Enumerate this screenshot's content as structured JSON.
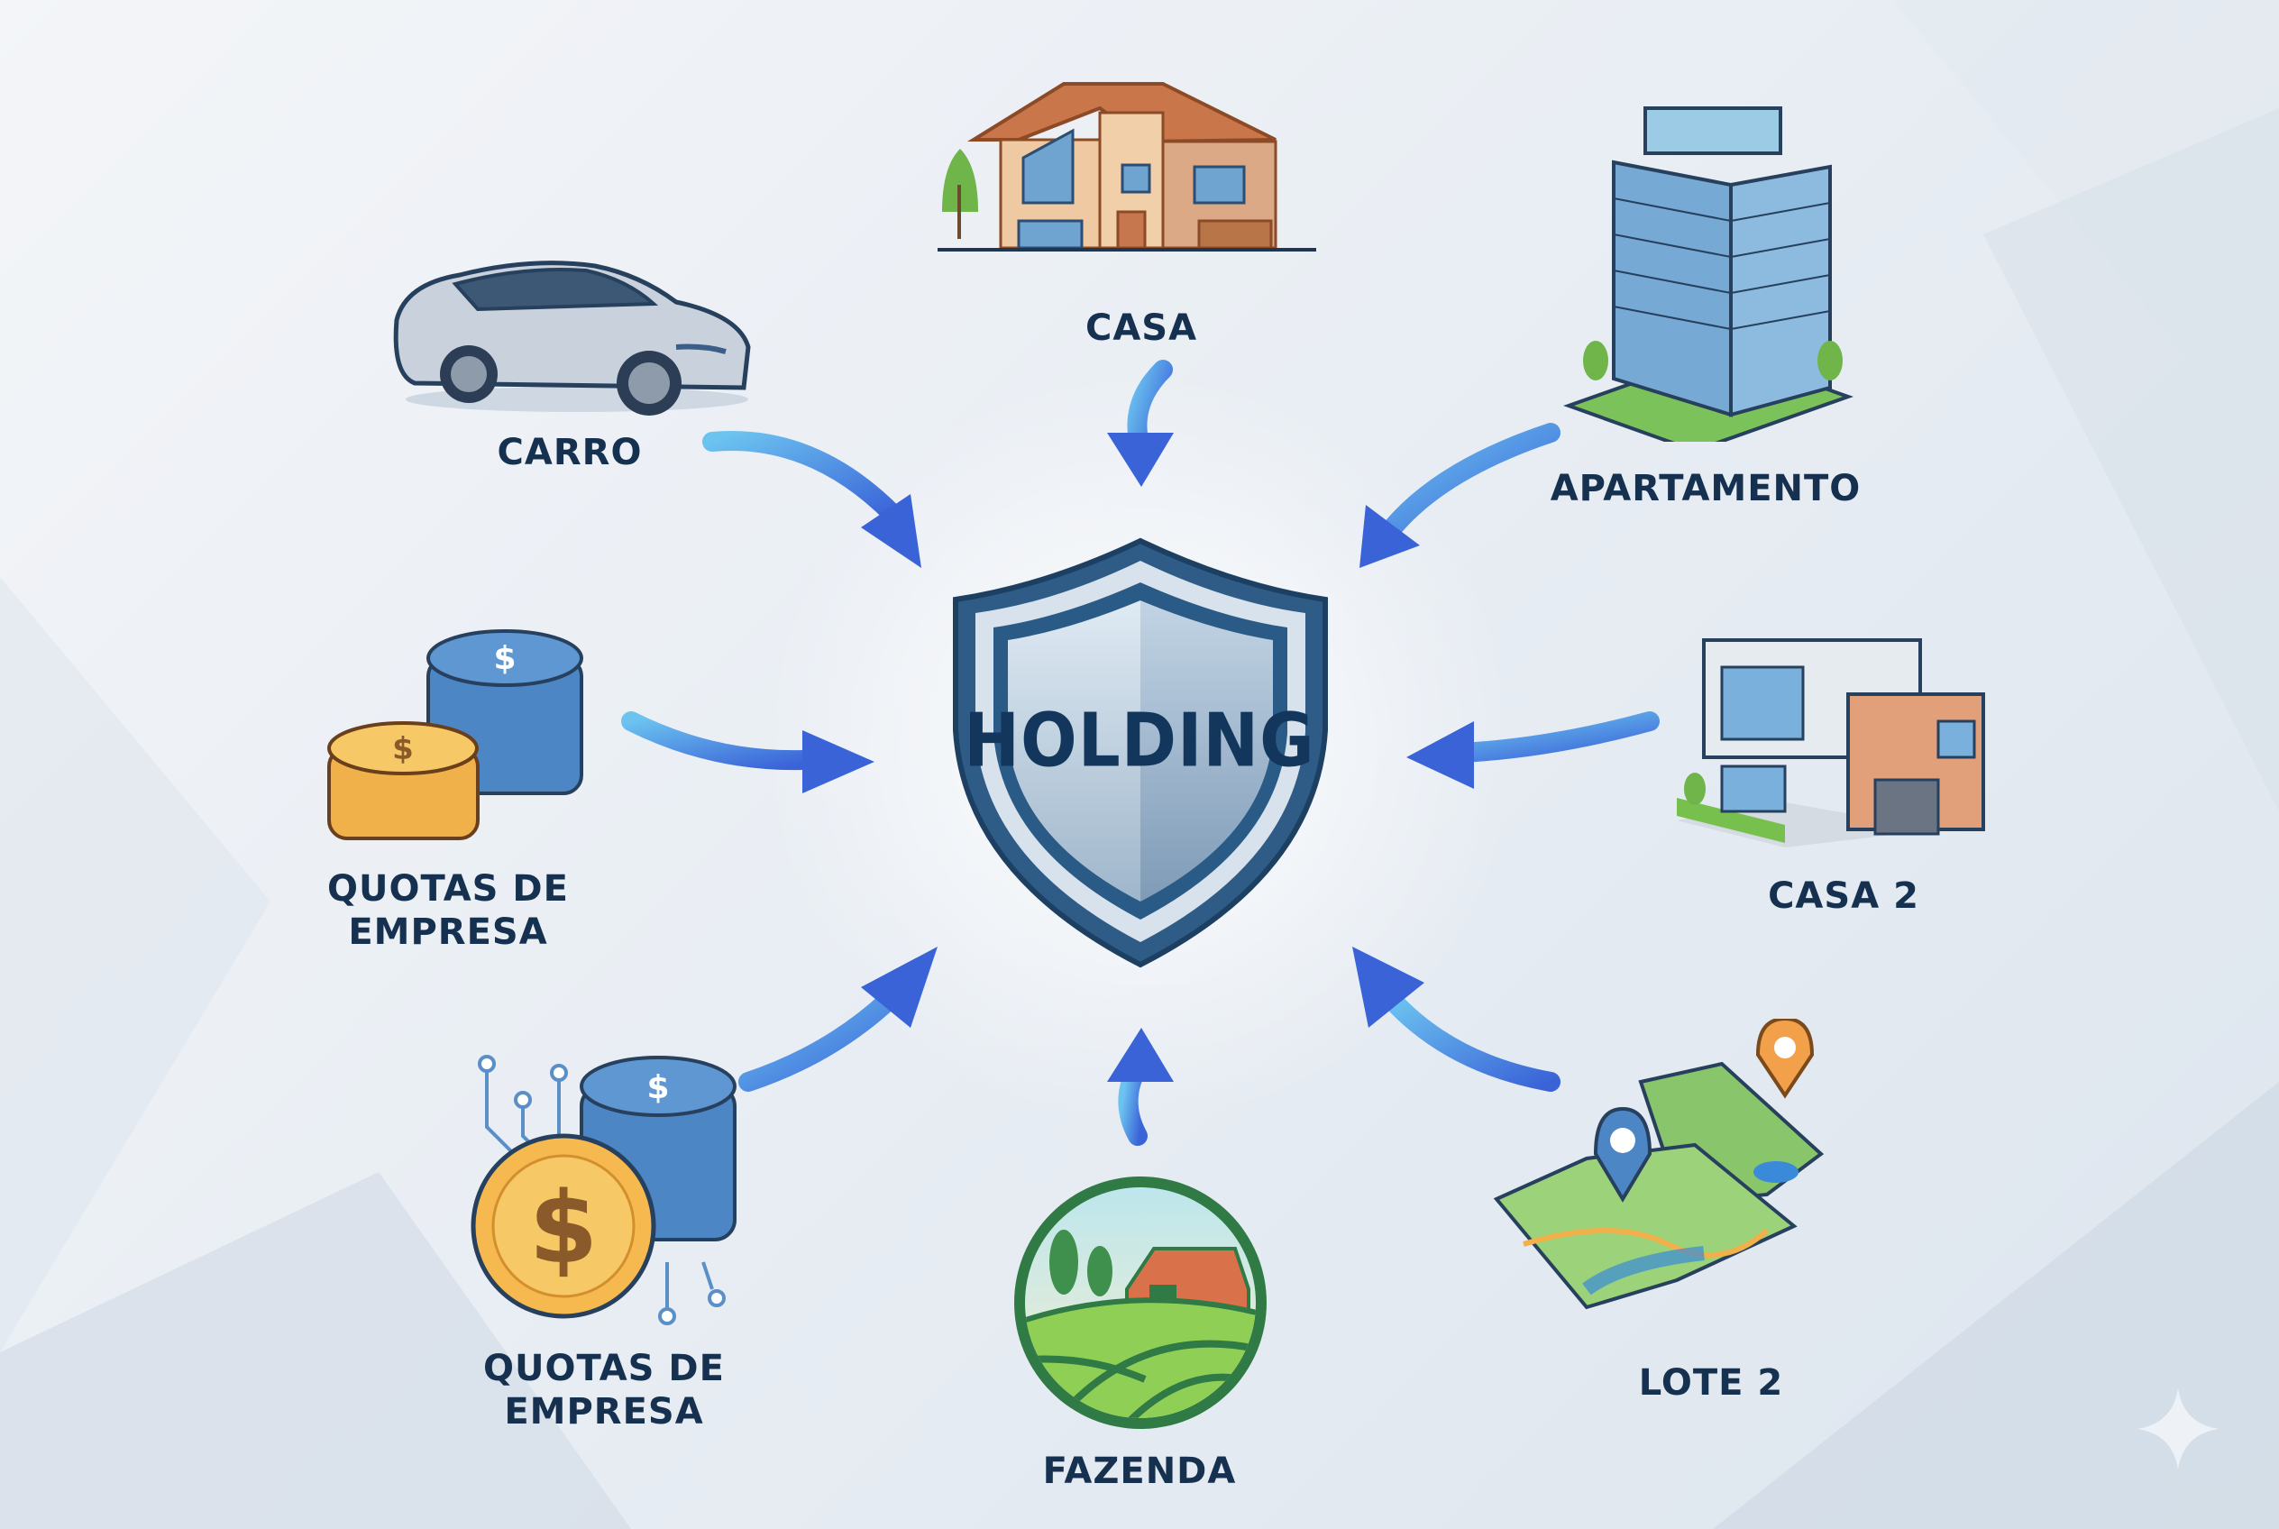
{
  "diagram": {
    "center": {
      "label": "HOLDING",
      "icon": "shield-icon"
    },
    "assets": [
      {
        "label": "CARRO",
        "icon": "car-icon"
      },
      {
        "label": "CASA",
        "icon": "house-icon"
      },
      {
        "label": "APARTAMENTO",
        "icon": "apartment-building-icon"
      },
      {
        "label": "QUOTAS DE\nEMPRESA",
        "icon": "coin-stack-icon"
      },
      {
        "label": "CASA 2",
        "icon": "modern-house-icon"
      },
      {
        "label": "QUOTAS DE\nEMPRESA",
        "icon": "digital-coins-icon"
      },
      {
        "label": "FAZENDA",
        "icon": "farm-icon"
      },
      {
        "label": "LOTE 2",
        "icon": "map-pins-icon"
      }
    ],
    "connector": "arrow-to-center",
    "watermark_icon": "sparkle-icon",
    "colors": {
      "label_text": "#16304f",
      "arrow": "#3f7fe0",
      "arrow_light": "#6cc3f0",
      "shield_border": "#2d5b85",
      "shield_face": "#b9cddf"
    }
  }
}
